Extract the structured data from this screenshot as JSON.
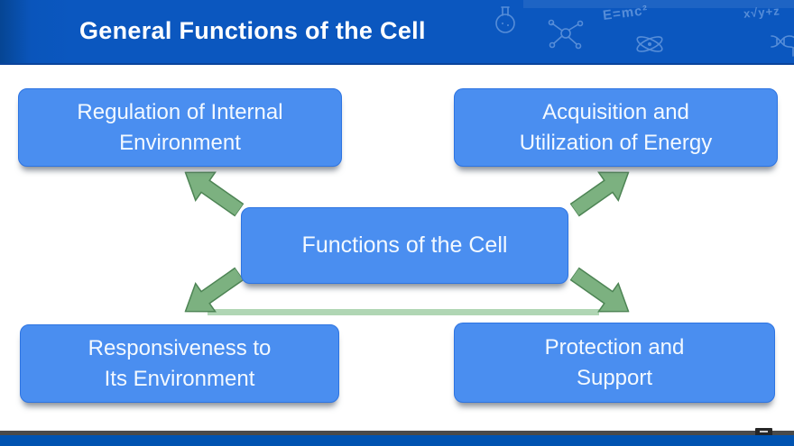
{
  "header": {
    "title": "General Functions of the Cell",
    "colors": {
      "bar": "#0b57bf",
      "bar_dark": "#064593",
      "edge": "#0a449c",
      "doodle": "#a9c9f4"
    },
    "doodles": {
      "emc2": "E=mc²",
      "math": "x√y+z",
      "icons": [
        "flask-icon",
        "molecule-icon",
        "atom-icon",
        "dna-icon"
      ]
    }
  },
  "diagram": {
    "colors": {
      "node_fill": "#4a8ef0",
      "node_border": "#2d74e2",
      "node_text": "#f3f9ff",
      "arrow_fill": "#7cb180",
      "arrow_stroke": "#4d8454",
      "connector": "#b0d6b4"
    },
    "center": {
      "label": "Functions of the Cell"
    },
    "nodes": [
      {
        "id": "regulation",
        "line1": "Regulation of Internal",
        "line2": "Environment"
      },
      {
        "id": "acquisition",
        "line1": "Acquisition and",
        "line2": "Utilization of Energy"
      },
      {
        "id": "responsiveness",
        "line1": "Responsiveness to",
        "line2": "Its Environment"
      },
      {
        "id": "protection",
        "line1": "Protection and",
        "line2": "Support"
      }
    ]
  },
  "footer": {
    "colors": {
      "track": "#4a4a4a",
      "bar": "#0053b1",
      "handle": "#262626"
    }
  }
}
